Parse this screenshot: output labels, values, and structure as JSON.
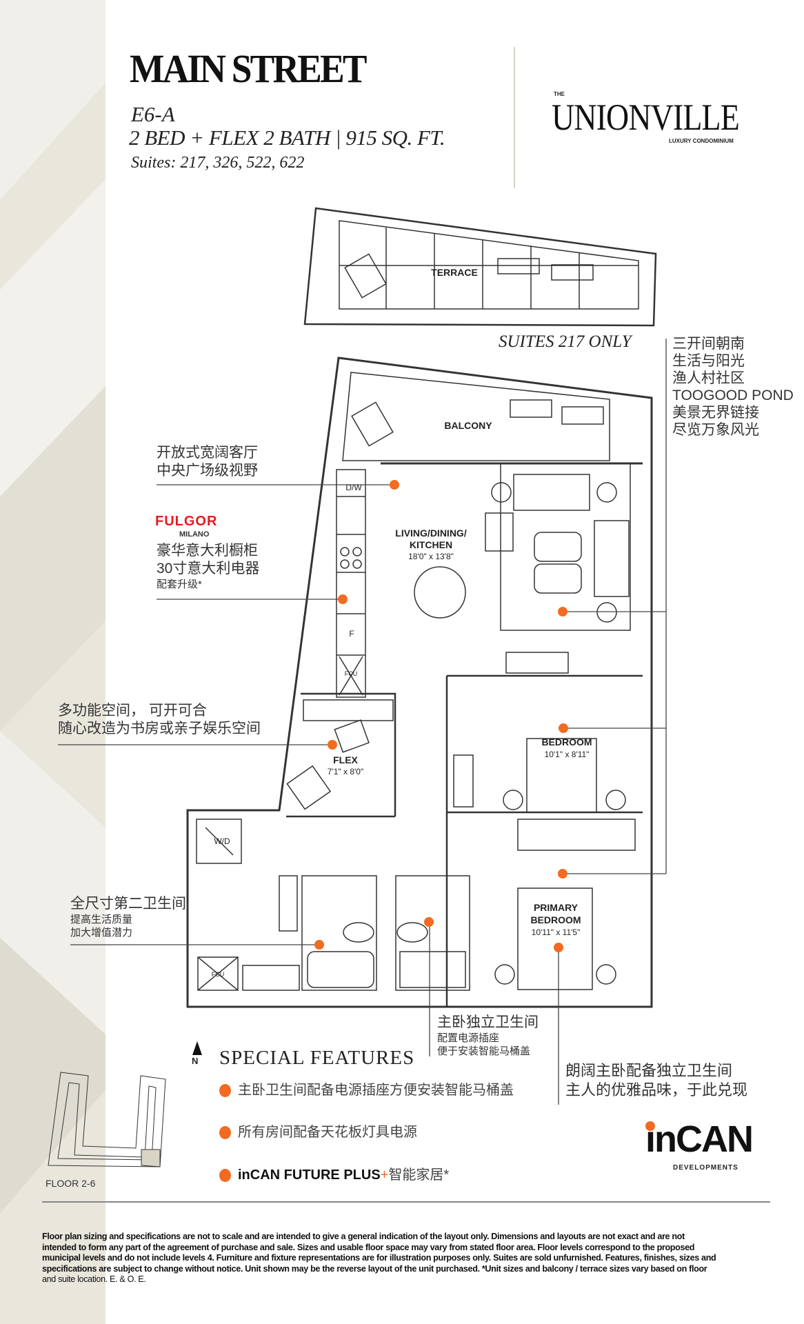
{
  "header": {
    "title": "MAIN STREET",
    "unit": "E6-A",
    "spec": "2 BED + FLEX 2 BATH  |  915 SQ. FT.",
    "suites": "Suites: 217, 326, 522, 622"
  },
  "logo": {
    "the": "THE",
    "name": "UNIONVILLE",
    "sub": "LUXURY CONDOMINIUM"
  },
  "plan": {
    "terrace": "TERRACE",
    "suites_only": "SUITES 217 ONLY",
    "balcony": "BALCONY",
    "living1": "LIVING/DINING/",
    "living2": "KITCHEN",
    "living_dim": "18'0\" x 13'8\"",
    "dw": "D/W",
    "fridge": "F",
    "fcu": "FCU",
    "flex": "FLEX",
    "flex_dim": "7'1\" x 8'0\"",
    "bedroom": "BEDROOM",
    "bedroom_dim": "10'1\" x 8'11\"",
    "wd": "W/D",
    "primary1": "PRIMARY",
    "primary2": "BEDROOM",
    "primary_dim": "10'11\" x 11'5\""
  },
  "annotations": {
    "living": [
      "开放式宽阔客厅",
      "中央广场级视野"
    ],
    "fulgor": "FULGOR",
    "milano": "MILANO",
    "kitchen": [
      "豪华意大利橱柜",
      "30寸意大利电器"
    ],
    "kitchen_sub": "配套升级*",
    "flex": [
      "多功能空间， 可开可合",
      "随心改造为书房或亲子娱乐空间"
    ],
    "bath2": "全尺寸第二卫生间",
    "bath2_sub": [
      "提高生活质量",
      "加大增值潜力"
    ],
    "ensuite": "主卧独立卫生间",
    "ensuite_sub": [
      "配置电源插座",
      "便于安装智能马桶盖"
    ],
    "primary": [
      "朗阔主卧配备独立卫生间",
      "主人的优雅品味，于此兑现"
    ],
    "south": [
      "三开间朝南",
      "生活与阳光",
      "渔人村社区",
      "TOOGOOD POND",
      "美景无界链接",
      "尽览万象风光"
    ]
  },
  "features": {
    "north": "N",
    "title": "SPECIAL FEATURES",
    "items": [
      "主卧卫生间配备电源插座方便安装智能马桶盖",
      "所有房间配备天花板灯具电源"
    ],
    "item3_a": "inCAN FUTURE PLUS",
    "item3_plus": "+",
    "item3_b": "智能家居*"
  },
  "keyplan": {
    "label": "FLOOR 2-6"
  },
  "developer": {
    "name": "inCAN",
    "sub": "DEVELOPMENTS"
  },
  "disclaimer": [
    "Floor plan sizing and specifications are not to scale and are intended to give a general indication of the layout only. Dimensions and layouts are not exact and are not",
    "intended to form any part of the agreement of purchase and sale. Sizes and usable floor space may vary from stated floor area. Floor levels correspond to the proposed",
    "municipal levels and do not include levels 4. Furniture and fixture representations are for illustration purposes only. Suites are sold unfurnished. Features, finishes, sizes and",
    "specifications are subject to change without notice. Unit shown may be the reverse layout of the unit purchased. *Unit sizes and balcony / terrace sizes vary based on floor",
    "and suite location. E. & O. E."
  ],
  "colors": {
    "accent": "#f26b21",
    "fulgor": "#e31b23",
    "band": "#e9e6dc"
  }
}
